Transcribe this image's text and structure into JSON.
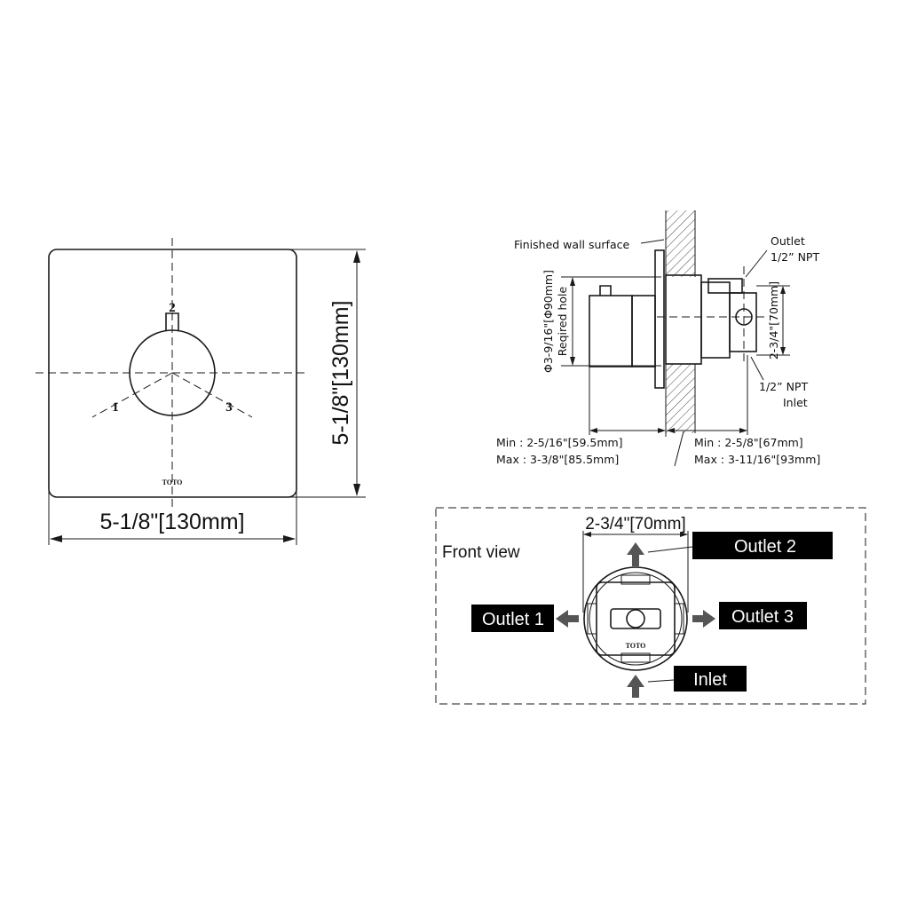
{
  "front_plate": {
    "port_1": "1",
    "port_2": "2",
    "port_3": "3",
    "logo": "TOTO",
    "width_dim": "5-1/8\"[130mm]",
    "height_dim": "5-1/8\"[130mm]"
  },
  "side_view": {
    "wall_label": "Finished wall surface",
    "outlet_label": "Outlet",
    "outlet_npt": "1/2” NPT",
    "inlet_npt": "1/2” NPT",
    "inlet_label": "Inlet",
    "hole_dim": "Φ3-9/16\"[Φ90mm]",
    "hole_label": "Reqired hole",
    "body_height_dim": "2-3/4\"[70mm]",
    "min_left": "Min : 2-5/16\"[59.5mm]",
    "max_left": "Max : 3-3/8\"[85.5mm]",
    "min_right": "Min : 2-5/8\"[67mm]",
    "max_right": "Max : 3-11/16\"[93mm]"
  },
  "front_view": {
    "title": "Front view",
    "width_dim": "2-3/4\"[70mm]",
    "outlet_1": "Outlet 1",
    "outlet_2": "Outlet 2",
    "outlet_3": "Outlet 3",
    "inlet": "Inlet",
    "logo": "TOTO"
  },
  "colors": {
    "line": "#1a1a1a",
    "tag_background": "#000000",
    "arrow": "#555555"
  }
}
